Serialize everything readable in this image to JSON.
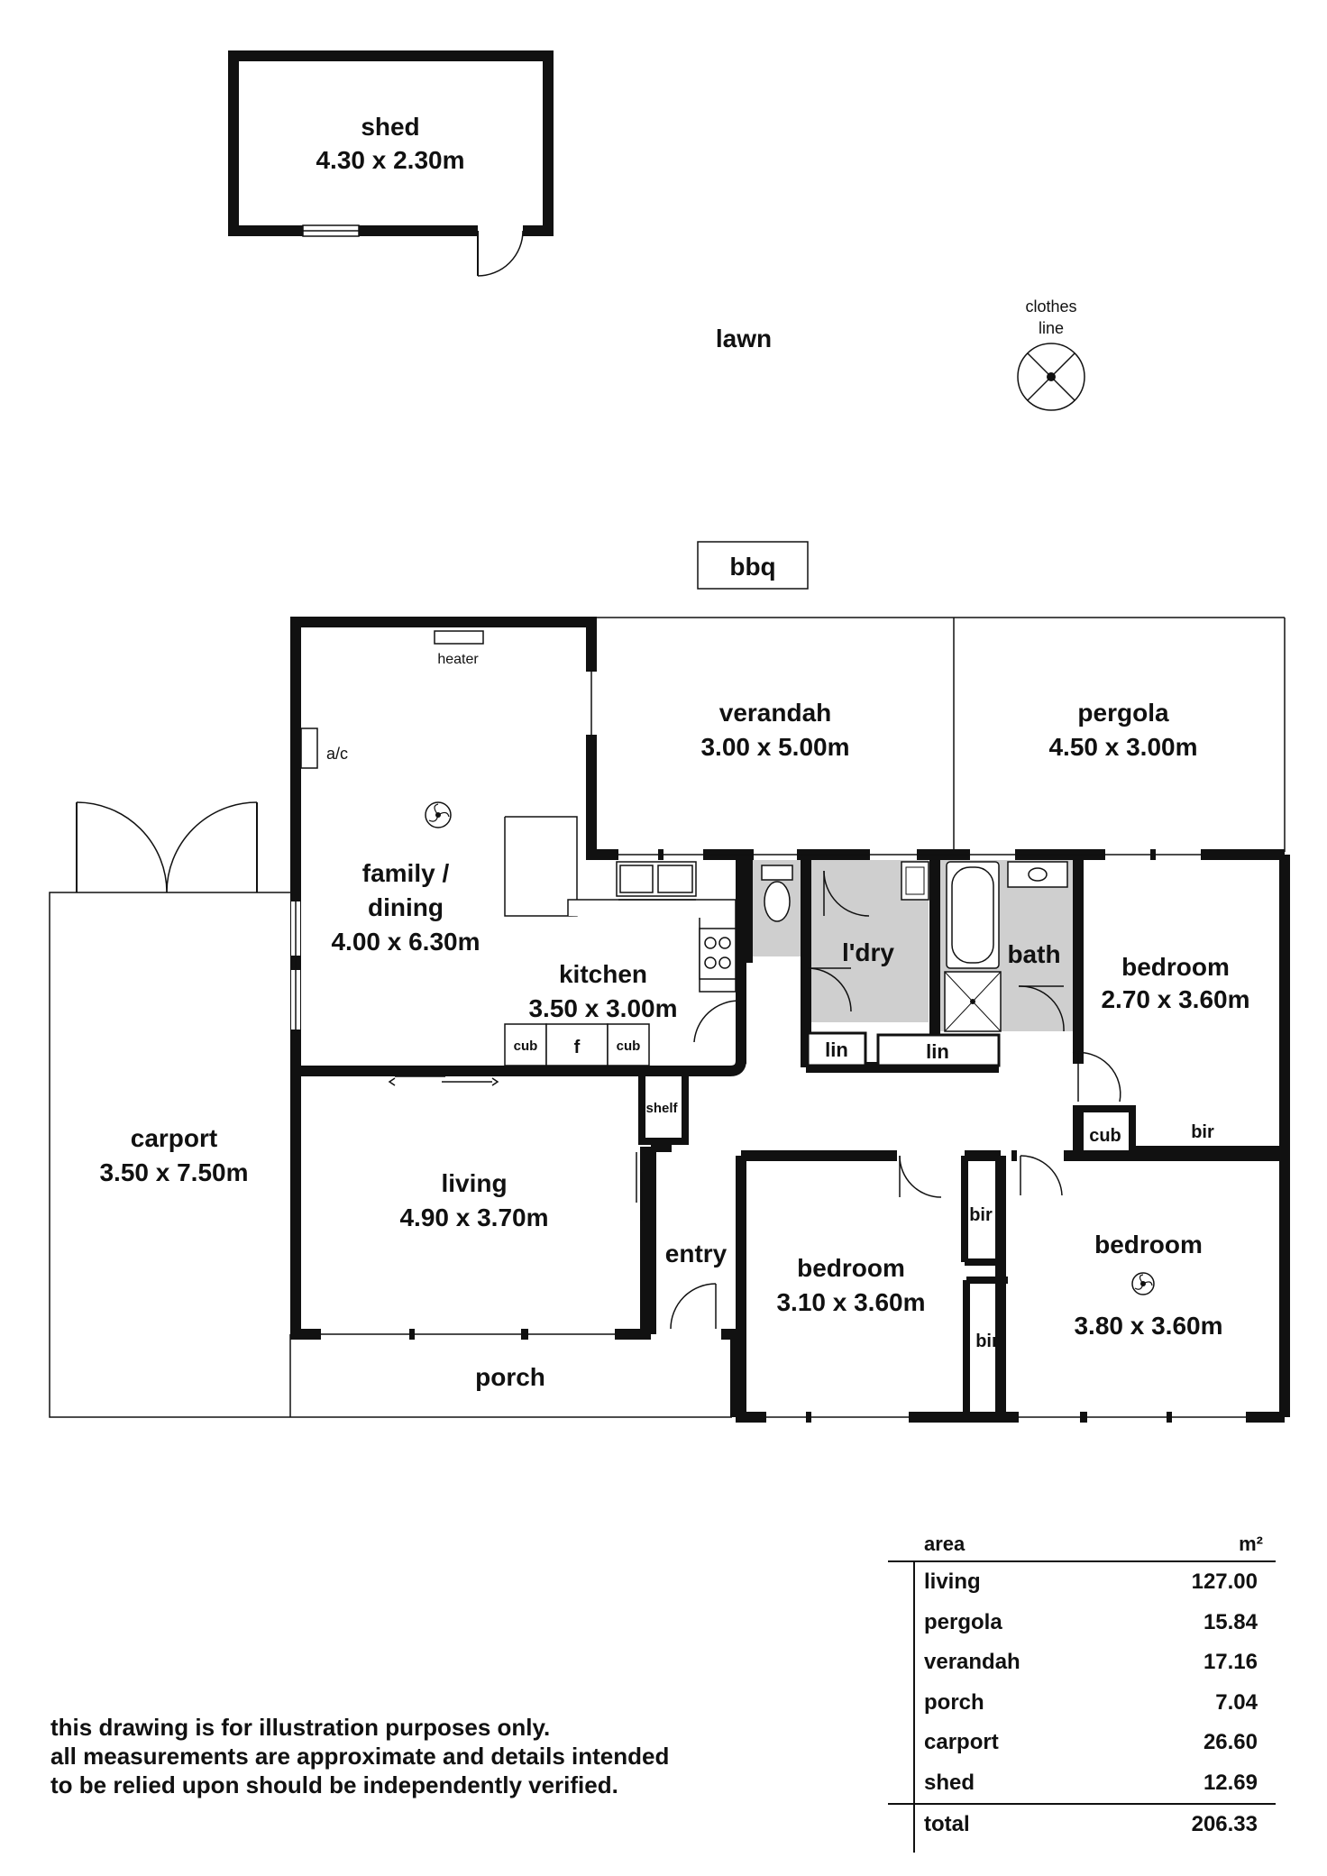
{
  "rooms": {
    "shed": {
      "name": "shed",
      "size": "4.30 x 2.30m"
    },
    "verandah": {
      "name": "verandah",
      "size": "3.00 x 5.00m"
    },
    "pergola": {
      "name": "pergola",
      "size": "4.50 x 3.00m"
    },
    "family": {
      "name1": "family /",
      "name2": "dining",
      "size": "4.00 x 6.30m"
    },
    "kitchen": {
      "name": "kitchen",
      "size": "3.50 x 3.00m"
    },
    "laundry": {
      "name": "l'dry"
    },
    "bath": {
      "name": "bath"
    },
    "bedroom1": {
      "name": "bedroom",
      "size": "2.70 x 3.60m"
    },
    "bedroom2": {
      "name": "bedroom",
      "size": "3.10 x 3.60m"
    },
    "bedroom3": {
      "name": "bedroom",
      "size": "3.80 x 3.60m"
    },
    "living": {
      "name": "living",
      "size": "4.90 x 3.70m"
    },
    "carport": {
      "name": "carport",
      "size": "3.50 x 7.50m"
    },
    "entry": {
      "name": "entry"
    },
    "porch": {
      "name": "porch"
    }
  },
  "outdoor": {
    "lawn": "lawn",
    "clothes_line_1": "clothes",
    "clothes_line_2": "line",
    "bbq": "bbq"
  },
  "fixtures": {
    "heater": "heater",
    "ac": "a/c",
    "cub": "cub",
    "fridge": "f",
    "shelf": "shelf",
    "lin": "lin",
    "bir": "bir"
  },
  "area_table": {
    "header_label": "area",
    "header_unit": "m²",
    "rows": [
      {
        "label": "living",
        "value": "127.00"
      },
      {
        "label": "pergola",
        "value": "15.84"
      },
      {
        "label": "verandah",
        "value": "17.16"
      },
      {
        "label": "porch",
        "value": "7.04"
      },
      {
        "label": "carport",
        "value": "26.60"
      },
      {
        "label": "shed",
        "value": "12.69"
      }
    ],
    "total": {
      "label": "total",
      "value": "206.33"
    }
  },
  "disclaimer": {
    "line1": "this drawing is for illustration purposes only.",
    "line2": "all measurements are approximate and details intended",
    "line3": "to be relied upon should be independently verified."
  }
}
